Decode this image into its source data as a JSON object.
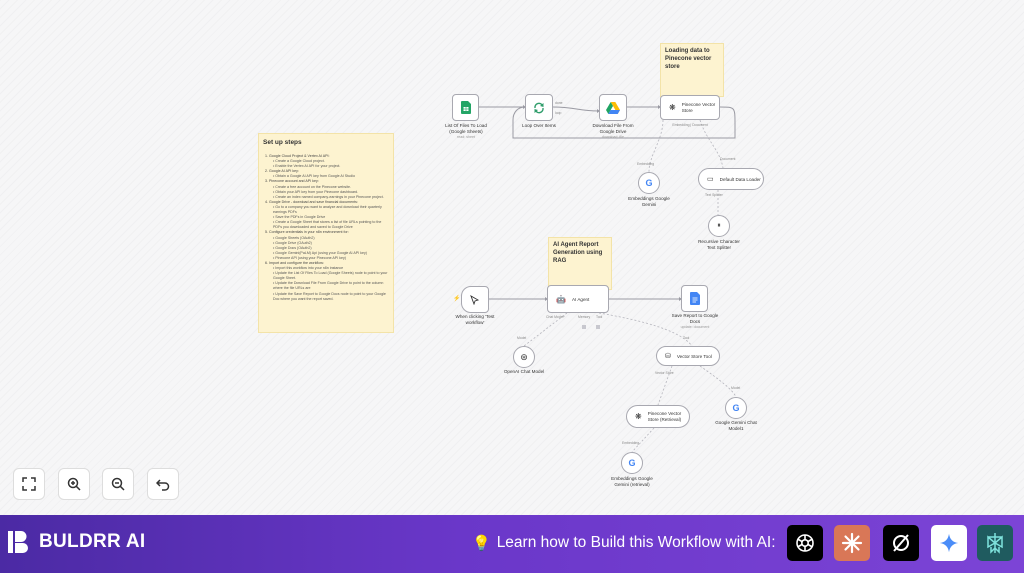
{
  "notes": {
    "loading_title": "Loading data to Pinecone vector store",
    "rag_title": "AI Agent Report Generation using RAG",
    "setup_title": "Set up steps",
    "setup_steps": [
      {
        "t": "h",
        "text": "1. Google Cloud Project & Vertex AI API:"
      },
      {
        "t": "b",
        "text": "Create a Google Cloud project."
      },
      {
        "t": "b",
        "text": "Enable the Vertex AI API for your project."
      },
      {
        "t": "h",
        "text": "2. Google AI API key:"
      },
      {
        "t": "b",
        "text": "Obtain a Google AI API key from Google AI Studio"
      },
      {
        "t": "h",
        "text": "3. Pinecone account and API key:"
      },
      {
        "t": "b",
        "text": "Create a free account on the Pinecone website."
      },
      {
        "t": "b",
        "text": "Obtain your API key from your Pinecone dashboard."
      },
      {
        "t": "b",
        "text": "Create an index named company-earnings in your Pinecone project."
      },
      {
        "t": "h",
        "text": "4. Google Drive - download and save financial documents:"
      },
      {
        "t": "b",
        "text": "Go to a company you want to analyze and download their quarterly earnings PDFs"
      },
      {
        "t": "b",
        "text": "Save the PDFs in Google Drive"
      },
      {
        "t": "b",
        "text": "Create a Google Sheet that stores a list of file URLs pointing to the PDFs you downloaded and saved to Google Drive"
      },
      {
        "t": "h",
        "text": "5. Configure credentials in your n8n environment for:"
      },
      {
        "t": "b",
        "text": "Google Sheets (OAuth2)"
      },
      {
        "t": "b",
        "text": "Google Drive (OAuth2)"
      },
      {
        "t": "b",
        "text": "Google Docs (OAuth2)"
      },
      {
        "t": "b",
        "text": "Google Gemini(PaLM) Api (using your Google AI API key)"
      },
      {
        "t": "b",
        "text": "Pinecone API (using your Pinecone API key)"
      },
      {
        "t": "h",
        "text": "6. Import and configure the workflow:"
      },
      {
        "t": "b",
        "text": "Import this workflow into your n8n instance"
      },
      {
        "t": "b",
        "text": "Update the List Of Files To Load (Google Sheets) node to point to your Google Sheet."
      },
      {
        "t": "b",
        "text": "Update the Download File From Google Drive to point to the column where the file URLs are"
      },
      {
        "t": "b",
        "text": "Update the Save Report to Google Docs node to point to your Google Doc where you want the report saved."
      }
    ]
  },
  "nodes": {
    "list_files": {
      "label": "List Of Files To Load\n(Google Sheets)",
      "sub": "read: sheet"
    },
    "loop": {
      "label": "Loop Over Items"
    },
    "download": {
      "label": "Download File From\nGoogle Drive",
      "sub": "download: file"
    },
    "pinecone_store": {
      "label": "Pinecone Vector\nStore"
    },
    "embeddings1": {
      "label": "Embeddings Google\nGemini"
    },
    "data_loader": {
      "label": "Default Data Loader"
    },
    "splitter": {
      "label": "Recursive Character\nText Splitter"
    },
    "trigger": {
      "label": "When clicking 'Test\nworkflow'"
    },
    "agent": {
      "label": "AI Agent"
    },
    "save_report": {
      "label": "Save Report to Google\nDocs",
      "sub": "update: document"
    },
    "openai": {
      "label": "OpenAI Chat Model"
    },
    "vector_tool": {
      "label": "Vector Store Tool"
    },
    "pinecone_retrieval": {
      "label": "Pinecone Vector\nStore (Retrieval)"
    },
    "gemini_chat": {
      "label": "Google Gemini Chat\nModel1"
    },
    "embeddings2": {
      "label": "Embeddings Google\nGemini (retrieval)"
    }
  },
  "connection_labels": {
    "done": "done",
    "loop": "loop",
    "ai_document": "Document",
    "embedding1": "Embedding",
    "text_splitter": "Text Splitter",
    "chat_model": "Chat Model*",
    "memory": "Memory",
    "tool": "Tool",
    "model": "Model",
    "vector_store": "Vector Store",
    "model2": "Model",
    "embedding2": "Embedding",
    "pinecone_sub": "Embedding | Document"
  },
  "controls": {
    "fit_icon": "fit-view-icon",
    "zoom_in_icon": "zoom-in-icon",
    "zoom_out_icon": "zoom-out-icon",
    "undo_icon": "undo-icon"
  },
  "banner": {
    "brand": "BULDRR AI",
    "learn_text": "Learn how to Build this Workflow with AI:",
    "ai_icons": [
      "chatgpt-icon",
      "claude-icon",
      "grok-icon",
      "gemini-icon",
      "perplexity-icon"
    ],
    "colors": {
      "claude": "#d97757",
      "dark": "#000000",
      "gemini_bg": "#ffffff",
      "perplexity": "#1f5b5f"
    }
  }
}
